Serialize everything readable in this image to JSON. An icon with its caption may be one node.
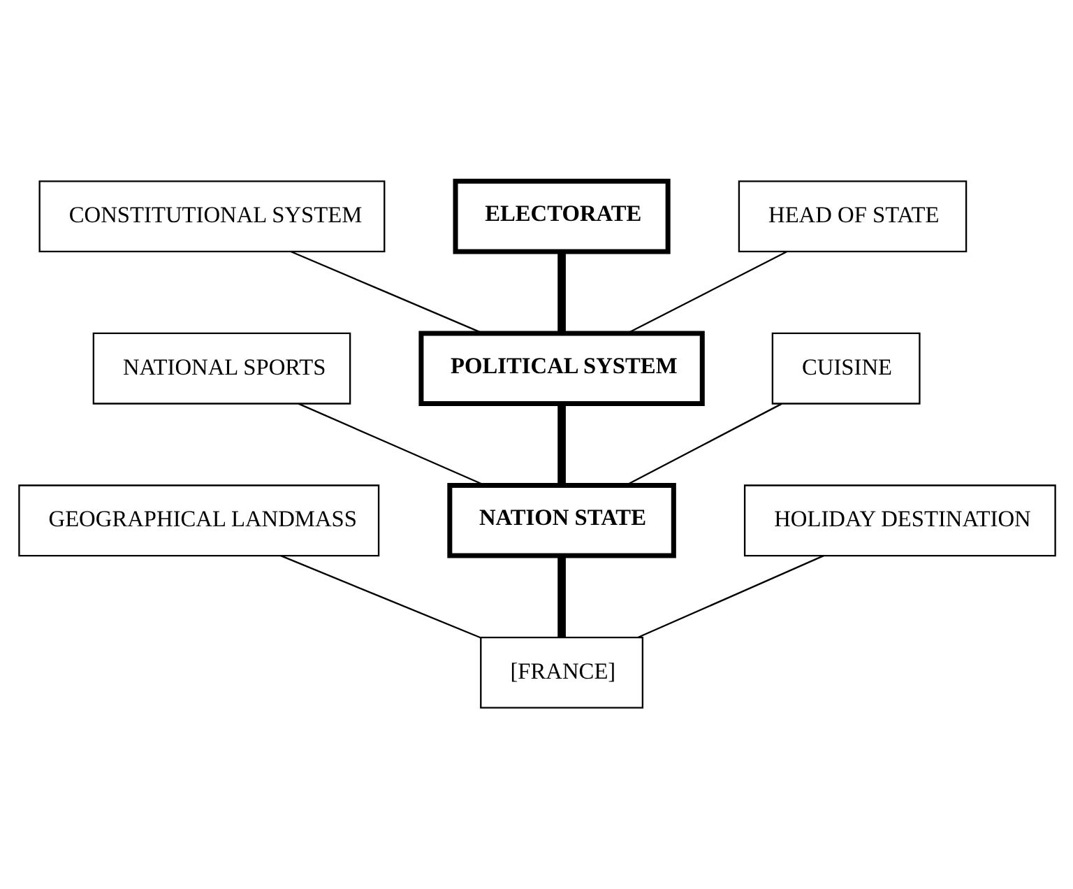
{
  "diagram": {
    "nodes": [
      {
        "text": [
          "CONSTITUTIONAL SYSTEM"
        ]
      },
      {
        "text": [
          "ELECTORATE"
        ]
      },
      {
        "text": [
          "HEAD OF STATE"
        ]
      },
      {
        "text": [
          "NATIONAL SPORTS"
        ]
      },
      {
        "text": [
          "POLITICAL SYSTEM"
        ]
      },
      {
        "text": [
          "CUISINE"
        ]
      },
      {
        "text": [
          "GEOGRAPHICAL LANDMASS"
        ]
      },
      {
        "text": [
          "NATION STATE"
        ]
      },
      {
        "text": [
          "HOLIDAY DESTINATION"
        ]
      },
      {
        "text": [
          "[FRANCE]"
        ]
      }
    ],
    "edges": [
      {
        "from": 0,
        "to": 4,
        "arrow": "none"
      },
      {
        "from": 1,
        "to": 4,
        "arrow": "none",
        "style": "thick"
      },
      {
        "from": 2,
        "to": 4,
        "arrow": "none"
      },
      {
        "from": 3,
        "to": 7,
        "arrow": "none"
      },
      {
        "from": 4,
        "to": 7,
        "arrow": "none",
        "style": "thick"
      },
      {
        "from": 5,
        "to": 7,
        "arrow": "none"
      },
      {
        "from": 6,
        "to": 9,
        "arrow": "none"
      },
      {
        "from": 7,
        "to": 9,
        "arrow": "none",
        "style": "thick"
      },
      {
        "from": 8,
        "to": 9,
        "arrow": "none"
      }
    ]
  }
}
